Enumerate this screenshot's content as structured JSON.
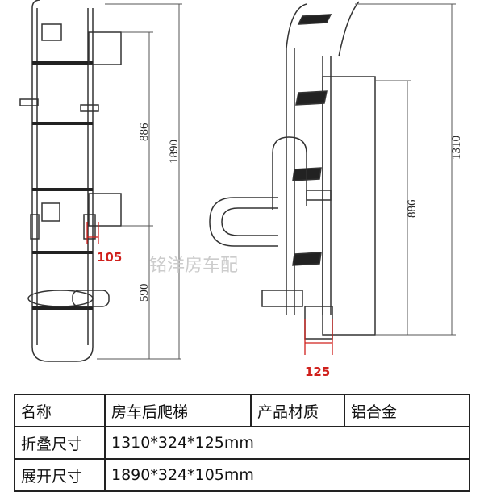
{
  "drawing": {
    "left_view": {
      "dim_upper": "886",
      "dim_total": "1890",
      "dim_lower": "590",
      "dim_depth": "105"
    },
    "right_view": {
      "dim_total": "1310",
      "dim_inner": "886",
      "dim_depth": "125"
    },
    "watermark": "铭洋房车配",
    "colors": {
      "line": "#333333",
      "dimension_red": "#d0201c"
    }
  },
  "spec_table": {
    "rows": [
      {
        "label_a": "名",
        "label_b": "称",
        "value": "房车后爬梯",
        "label2": "产品材质",
        "value2": "铝合金"
      },
      {
        "label": "折叠尺寸",
        "value": "1310*324*125mm"
      },
      {
        "label": "展开尺寸",
        "value": "1890*324*105mm"
      }
    ]
  }
}
